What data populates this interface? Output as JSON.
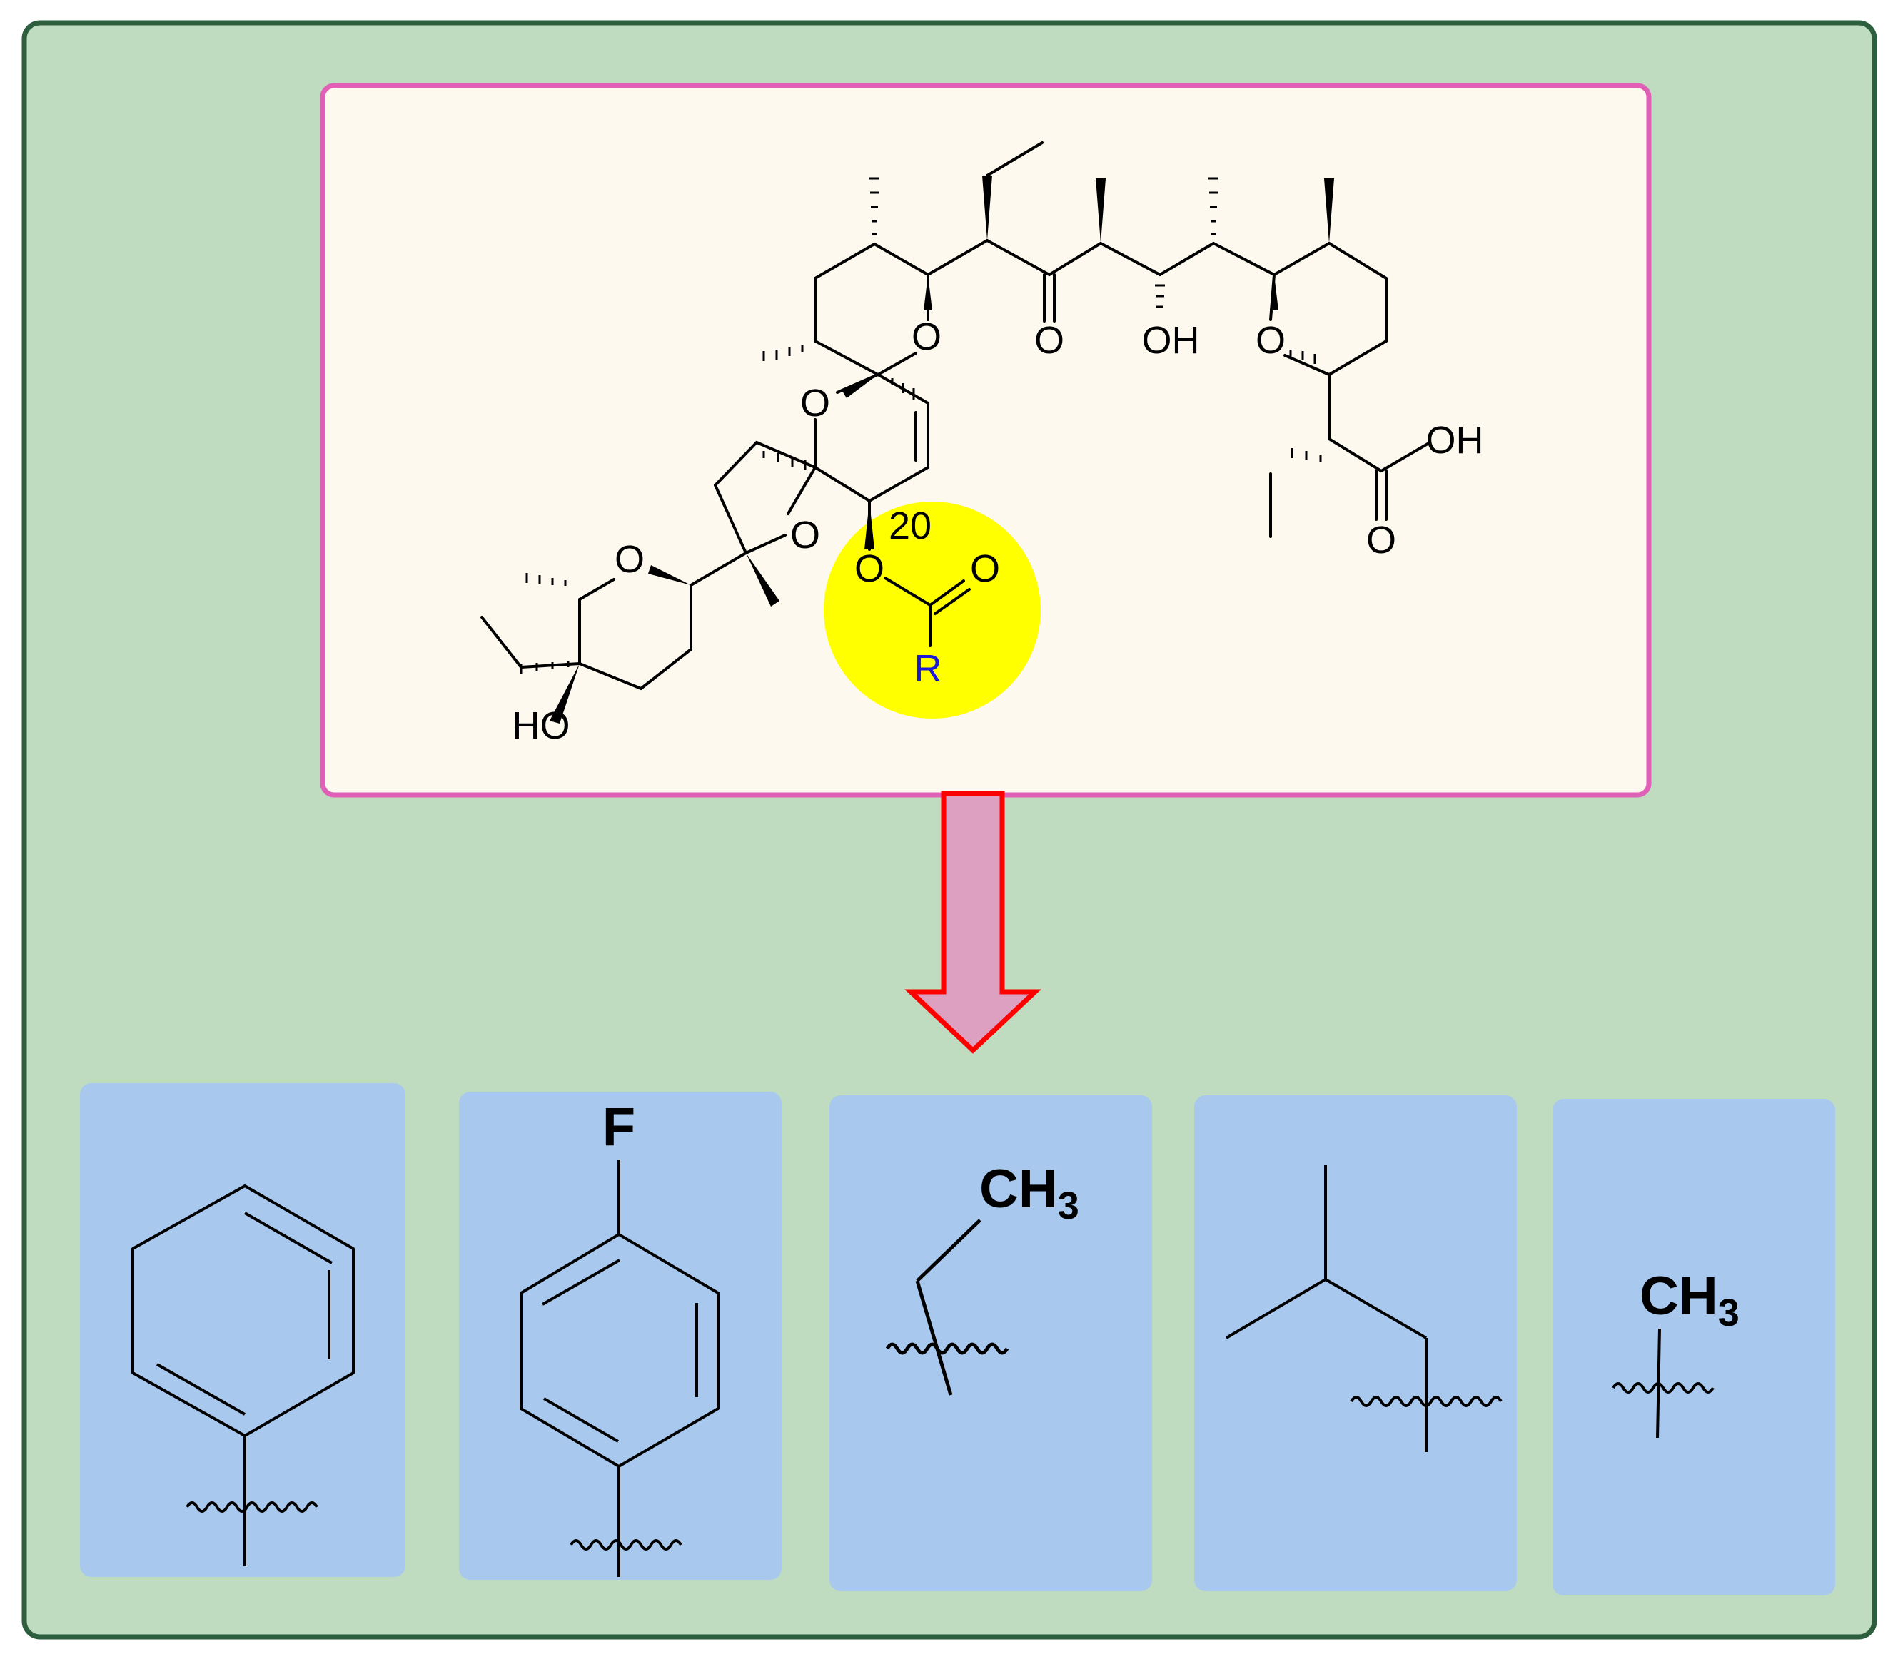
{
  "core": {
    "atoms": {
      "o_ring1": "O",
      "o_spiro_top": "O",
      "o_spiro_bottom": "O",
      "o_ring_left": "O",
      "o_ester": "O",
      "o_carbonyl_ester": "O",
      "r_group": "R",
      "position_number": "20",
      "o_ketone": "O",
      "oh_middle": "OH",
      "o_ring_right": "O",
      "oh_acid": "OH",
      "o_acid": "O",
      "ho_left": "HO"
    },
    "highlight_color": "#ffff00",
    "frame_color": "#e060b8"
  },
  "arrow": {
    "fill_color": "#dda0c0",
    "stroke_color": "#ff0000"
  },
  "substituents": [
    {
      "id": "phenyl",
      "label": ""
    },
    {
      "id": "4-fluorophenyl",
      "label": "F"
    },
    {
      "id": "ethyl",
      "label": "CH",
      "sub": "3"
    },
    {
      "id": "isobutyl",
      "label": ""
    },
    {
      "id": "methyl",
      "label": "CH",
      "sub": "3"
    }
  ],
  "colors": {
    "background": "#bfdcc0",
    "border": "#2d5e3e",
    "panel": "#fdf9ef",
    "card": "#a8c8ee"
  }
}
